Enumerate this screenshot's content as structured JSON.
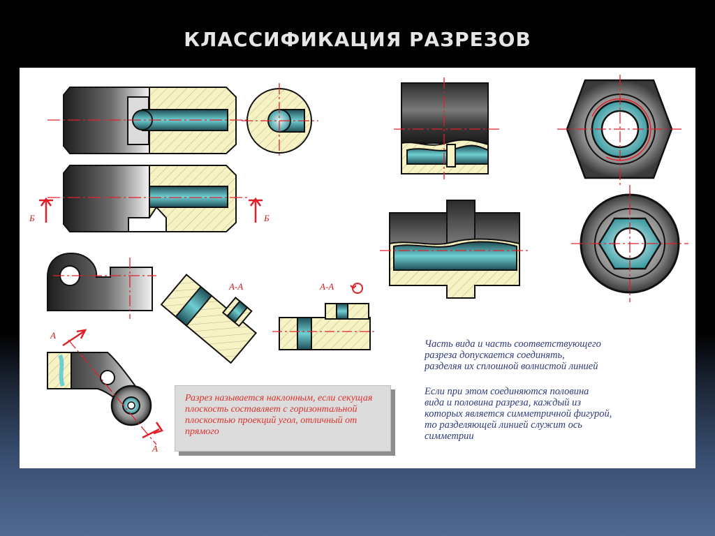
{
  "slide": {
    "title": "КЛАССИФИКАЦИЯ РАЗРЕЗОВ"
  },
  "labels": {
    "section_b": "Б",
    "section_a": "А",
    "section_aa": "А-А"
  },
  "notes": {
    "inclined": "Разрез называется наклонным, если секущая плоскость составляет с горизонтальной плоскостью проекций угол, отличный от прямого",
    "view_section_lines": [
      "Часть вида и часть соответствующего",
      "разреза допускается соединять,",
      "разделяя их сплошной волнистой линией"
    ],
    "half_view_lines": [
      "Если при этом соединяются половина",
      "вида и половина разреза, каждый из",
      "которых является симметричной фигурой,",
      "то разделяющей линией служит ось",
      "симметрии"
    ]
  },
  "colors": {
    "hatch_fill": "#f7f2c4",
    "cut_accent": "#6ecfd2",
    "steel_dark": "#2a2a2a",
    "axis_line": "#e0202a",
    "note_red": "#d9332b",
    "note_blue": "#2f3a7a"
  }
}
